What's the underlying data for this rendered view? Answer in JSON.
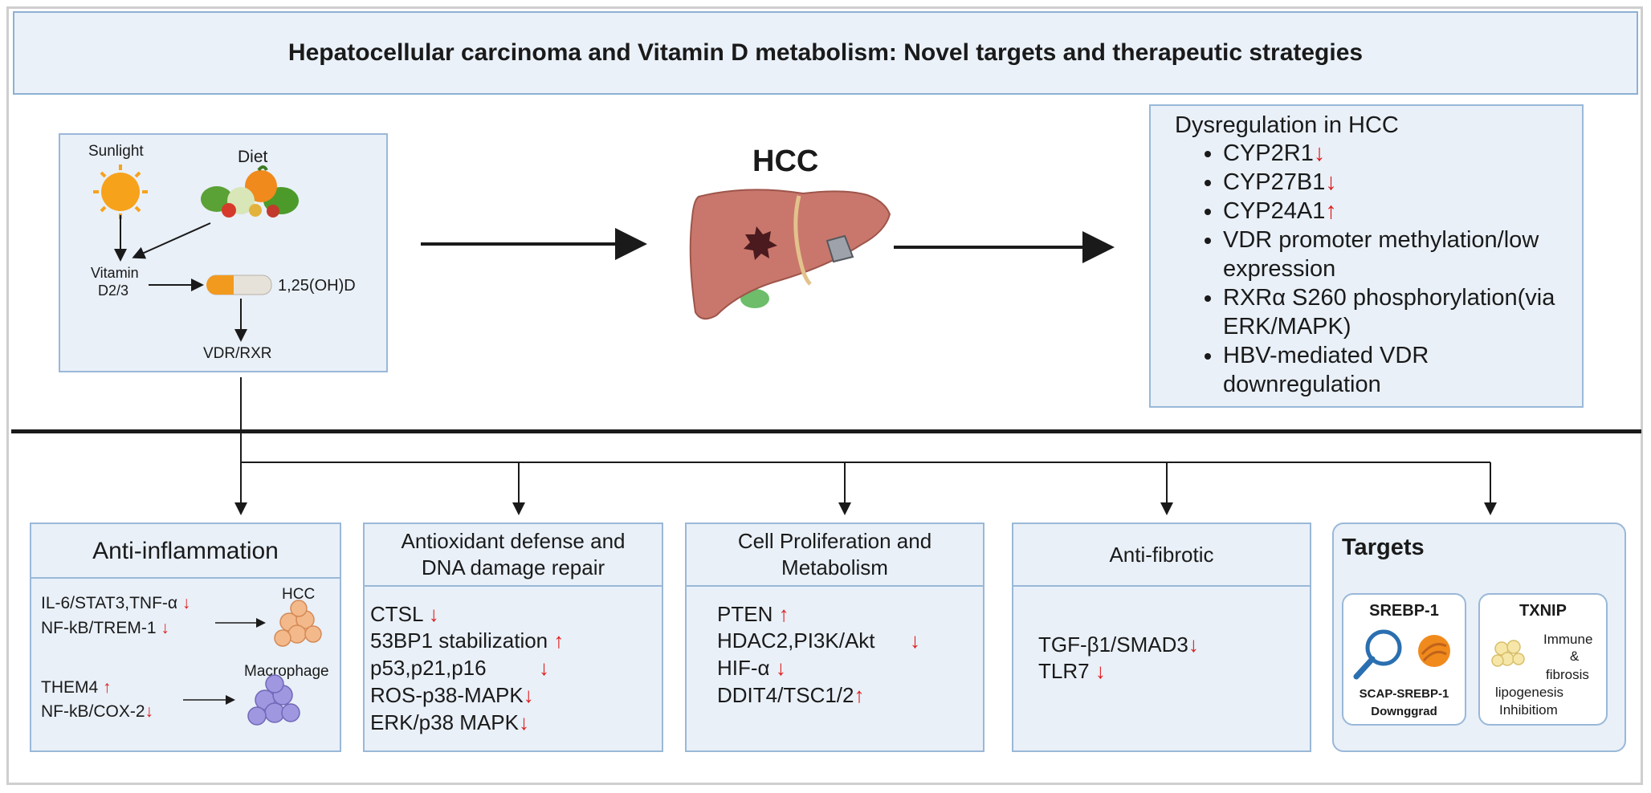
{
  "title": "Hepatocellular carcinoma and Vitamin D metabolism: Novel targets and therapeutic strategies",
  "source_panel": {
    "sunlight": "Sunlight",
    "diet": "Diet",
    "vitamin_line1": "Vitamin",
    "vitamin_line2": "D2/3",
    "active_form": "1,25(OH)D",
    "receptor": "VDR/RXR"
  },
  "hcc_label": "HCC",
  "dysregulation": {
    "title": "Dysregulation in HCC",
    "items": [
      {
        "text": "CYP2R1",
        "arrow": "↓"
      },
      {
        "text": "CYP27B1",
        "arrow": "↓"
      },
      {
        "text": "CYP24A1",
        "arrow": "↑"
      },
      {
        "text": "VDR promoter methylation/low expression",
        "arrow": ""
      },
      {
        "text": "RXRα S260 phosphorylation(via ERK/MAPK)",
        "arrow": ""
      },
      {
        "text": "HBV-mediated VDR downregulation",
        "arrow": ""
      }
    ]
  },
  "anti_inflammation": {
    "title": "Anti-inflammation",
    "line1": "IL-6/STAT3,TNF-α",
    "line2": "NF-kB/TREM-1",
    "target1": "HCC",
    "line3": "THEM4",
    "line4": "NF-kB/COX-2",
    "target2": "Macrophage",
    "down": "↓",
    "up": "↑"
  },
  "antioxidant": {
    "title": "Antioxidant defense and DNA damage repair",
    "items": [
      {
        "text": "CTSL",
        "arrow": "↓"
      },
      {
        "text": "53BP1 stabilization",
        "arrow": "↑"
      },
      {
        "text": "p53,p21,p16",
        "arrow": "↓"
      },
      {
        "text": "ROS-p38-MAPK",
        "arrow": "↓"
      },
      {
        "text": "ERK/p38 MAPK",
        "arrow": "↓"
      }
    ]
  },
  "proliferation": {
    "title": "Cell Proliferation and Metabolism",
    "items": [
      {
        "text": "PTEN",
        "arrow": "↑"
      },
      {
        "text": "HDAC2,PI3K/Akt",
        "arrow": "↓"
      },
      {
        "text": "HIF-α",
        "arrow": "↓"
      },
      {
        "text": "DDIT4/TSC1/2",
        "arrow": "↑"
      }
    ]
  },
  "anti_fibrotic": {
    "title": "Anti-fibrotic",
    "items": [
      {
        "text": "TGF-β1/SMAD3",
        "arrow": "↓"
      },
      {
        "text": "TLR7",
        "arrow": "↓"
      }
    ]
  },
  "targets": {
    "title": "Targets",
    "srebp_title": "SREBP-1",
    "srebp_line1": "SCAP-SREBP-1",
    "srebp_line2": "Downggrad",
    "txnip_title": "TXNIP",
    "txnip_immune": "Immune",
    "txnip_amp": "&",
    "txnip_fibrosis": "fibrosis",
    "txnip_lipo": "lipogenesis",
    "txnip_inhib": "Inhibitiom"
  },
  "colors": {
    "panel_bg": "#e9f0f8",
    "panel_border": "#9ab8d8",
    "arrow_red": "#e01b1b",
    "liver": "#c9776c",
    "sun": "#f7a21b"
  }
}
